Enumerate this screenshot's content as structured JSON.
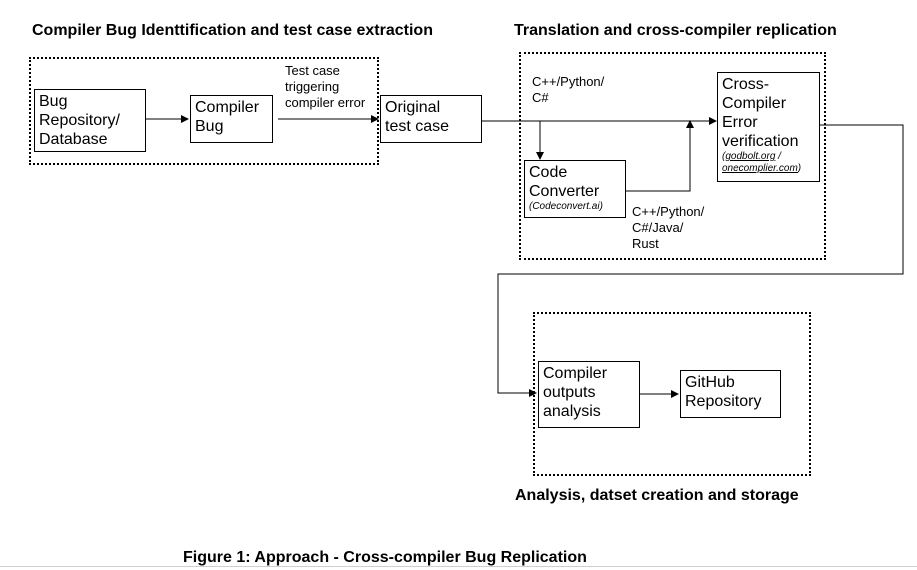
{
  "headings": {
    "section1": "Compiler Bug Identtification and test case extraction",
    "section2": "Translation and cross-compiler replication",
    "section3": "Analysis, datset creation and storage"
  },
  "nodes": {
    "bug_repo": [
      "Bug",
      "Repository/",
      "Database"
    ],
    "compiler_bug": [
      "Compiler",
      "Bug"
    ],
    "original_test": [
      "Original",
      "test case"
    ],
    "code_converter": [
      "Code",
      "Converter"
    ],
    "code_converter_sub": "(Codeconvert.ai)",
    "cross_compiler": [
      "Cross-",
      "Compiler",
      "Error",
      "verification"
    ],
    "cross_compiler_sub": {
      "link1": "godbolt.org",
      "sep": " /",
      "link2": "onecomplier.com",
      "open": "(",
      "close": ")"
    },
    "outputs_analysis": [
      "Compiler",
      "outputs",
      "analysis"
    ],
    "github_repo": [
      "GitHub",
      "Repository"
    ]
  },
  "edge_labels": {
    "test_case": [
      "Test case",
      "triggering",
      "compiler error"
    ],
    "langs_in": [
      "C++/Python/",
      "C#"
    ],
    "langs_out": [
      "C++/Python/",
      "C#/Java/",
      "Rust"
    ]
  },
  "caption": "Figure 1: Approach - Cross-compiler Bug Replication"
}
